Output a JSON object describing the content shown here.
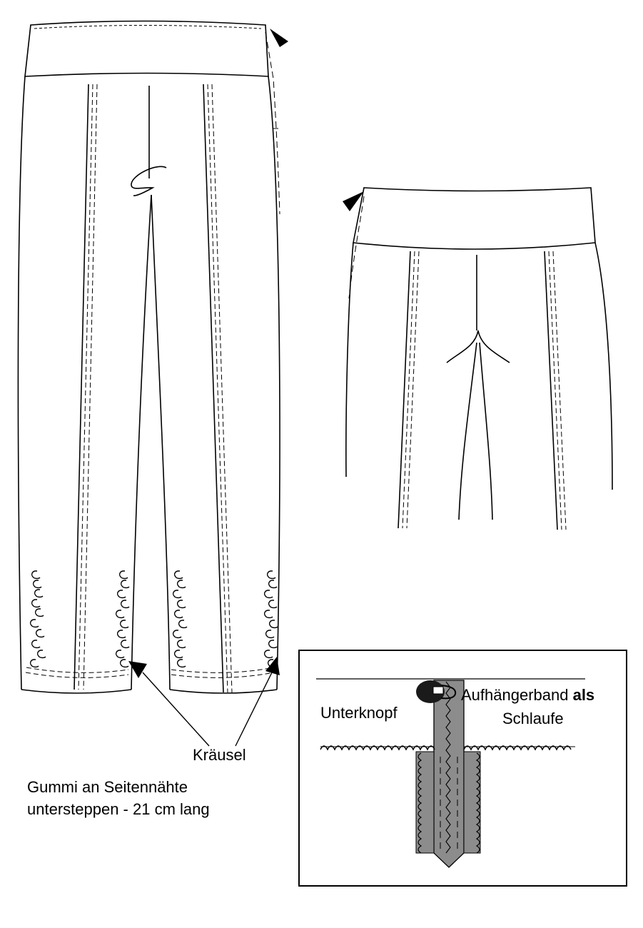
{
  "annotations": {
    "kraeusel": "Kräusel",
    "gummi_note": "Gummi an Seitennähte\nuntersteppen - 21 cm lang"
  },
  "detail": {
    "unterknopf": "Unterknopf",
    "aufhaenger_prefix": "Aufhängerband ",
    "aufhaenger_suffix": "als",
    "schlaufe": "Schlaufe"
  },
  "colors": {
    "line": "#000000",
    "fabric_gray": "#8c8c8c",
    "background": "#ffffff"
  }
}
